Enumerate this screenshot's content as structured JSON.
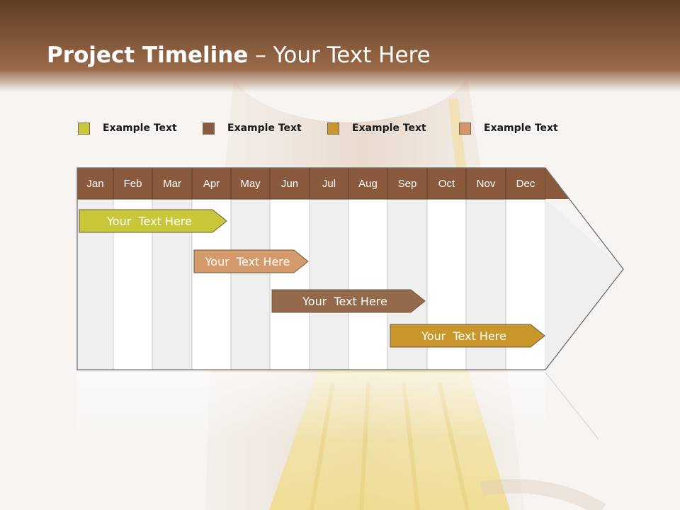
{
  "title": {
    "bold": "Project Timeline",
    "rest": " – Your Text Here"
  },
  "legend": [
    {
      "label": "Example Text",
      "color": "#c8c83a"
    },
    {
      "label": "Example Text",
      "color": "#8b5a3c"
    },
    {
      "label": "Example Text",
      "color": "#c8962a"
    },
    {
      "label": "Example Text",
      "color": "#d4956a"
    }
  ],
  "months": [
    "Jan",
    "Feb",
    "Mar",
    "Apr",
    "May",
    "Jun",
    "Jul",
    "Aug",
    "Sep",
    "Oct",
    "Nov",
    "Dec"
  ],
  "tasks": [
    {
      "label": "Your  Text Here",
      "color": "#c8c83a"
    },
    {
      "label": "Your  Text Here",
      "color": "#d49a6c"
    },
    {
      "label": "Your  Text Here",
      "color": "#946a4a"
    },
    {
      "label": "Your  Text Here",
      "color": "#c8962a"
    }
  ],
  "colors": {
    "header": "#8b5a3c",
    "header_dark": "#5d3c24",
    "column_shade": "#efefef",
    "column_light": "#ffffff"
  }
}
